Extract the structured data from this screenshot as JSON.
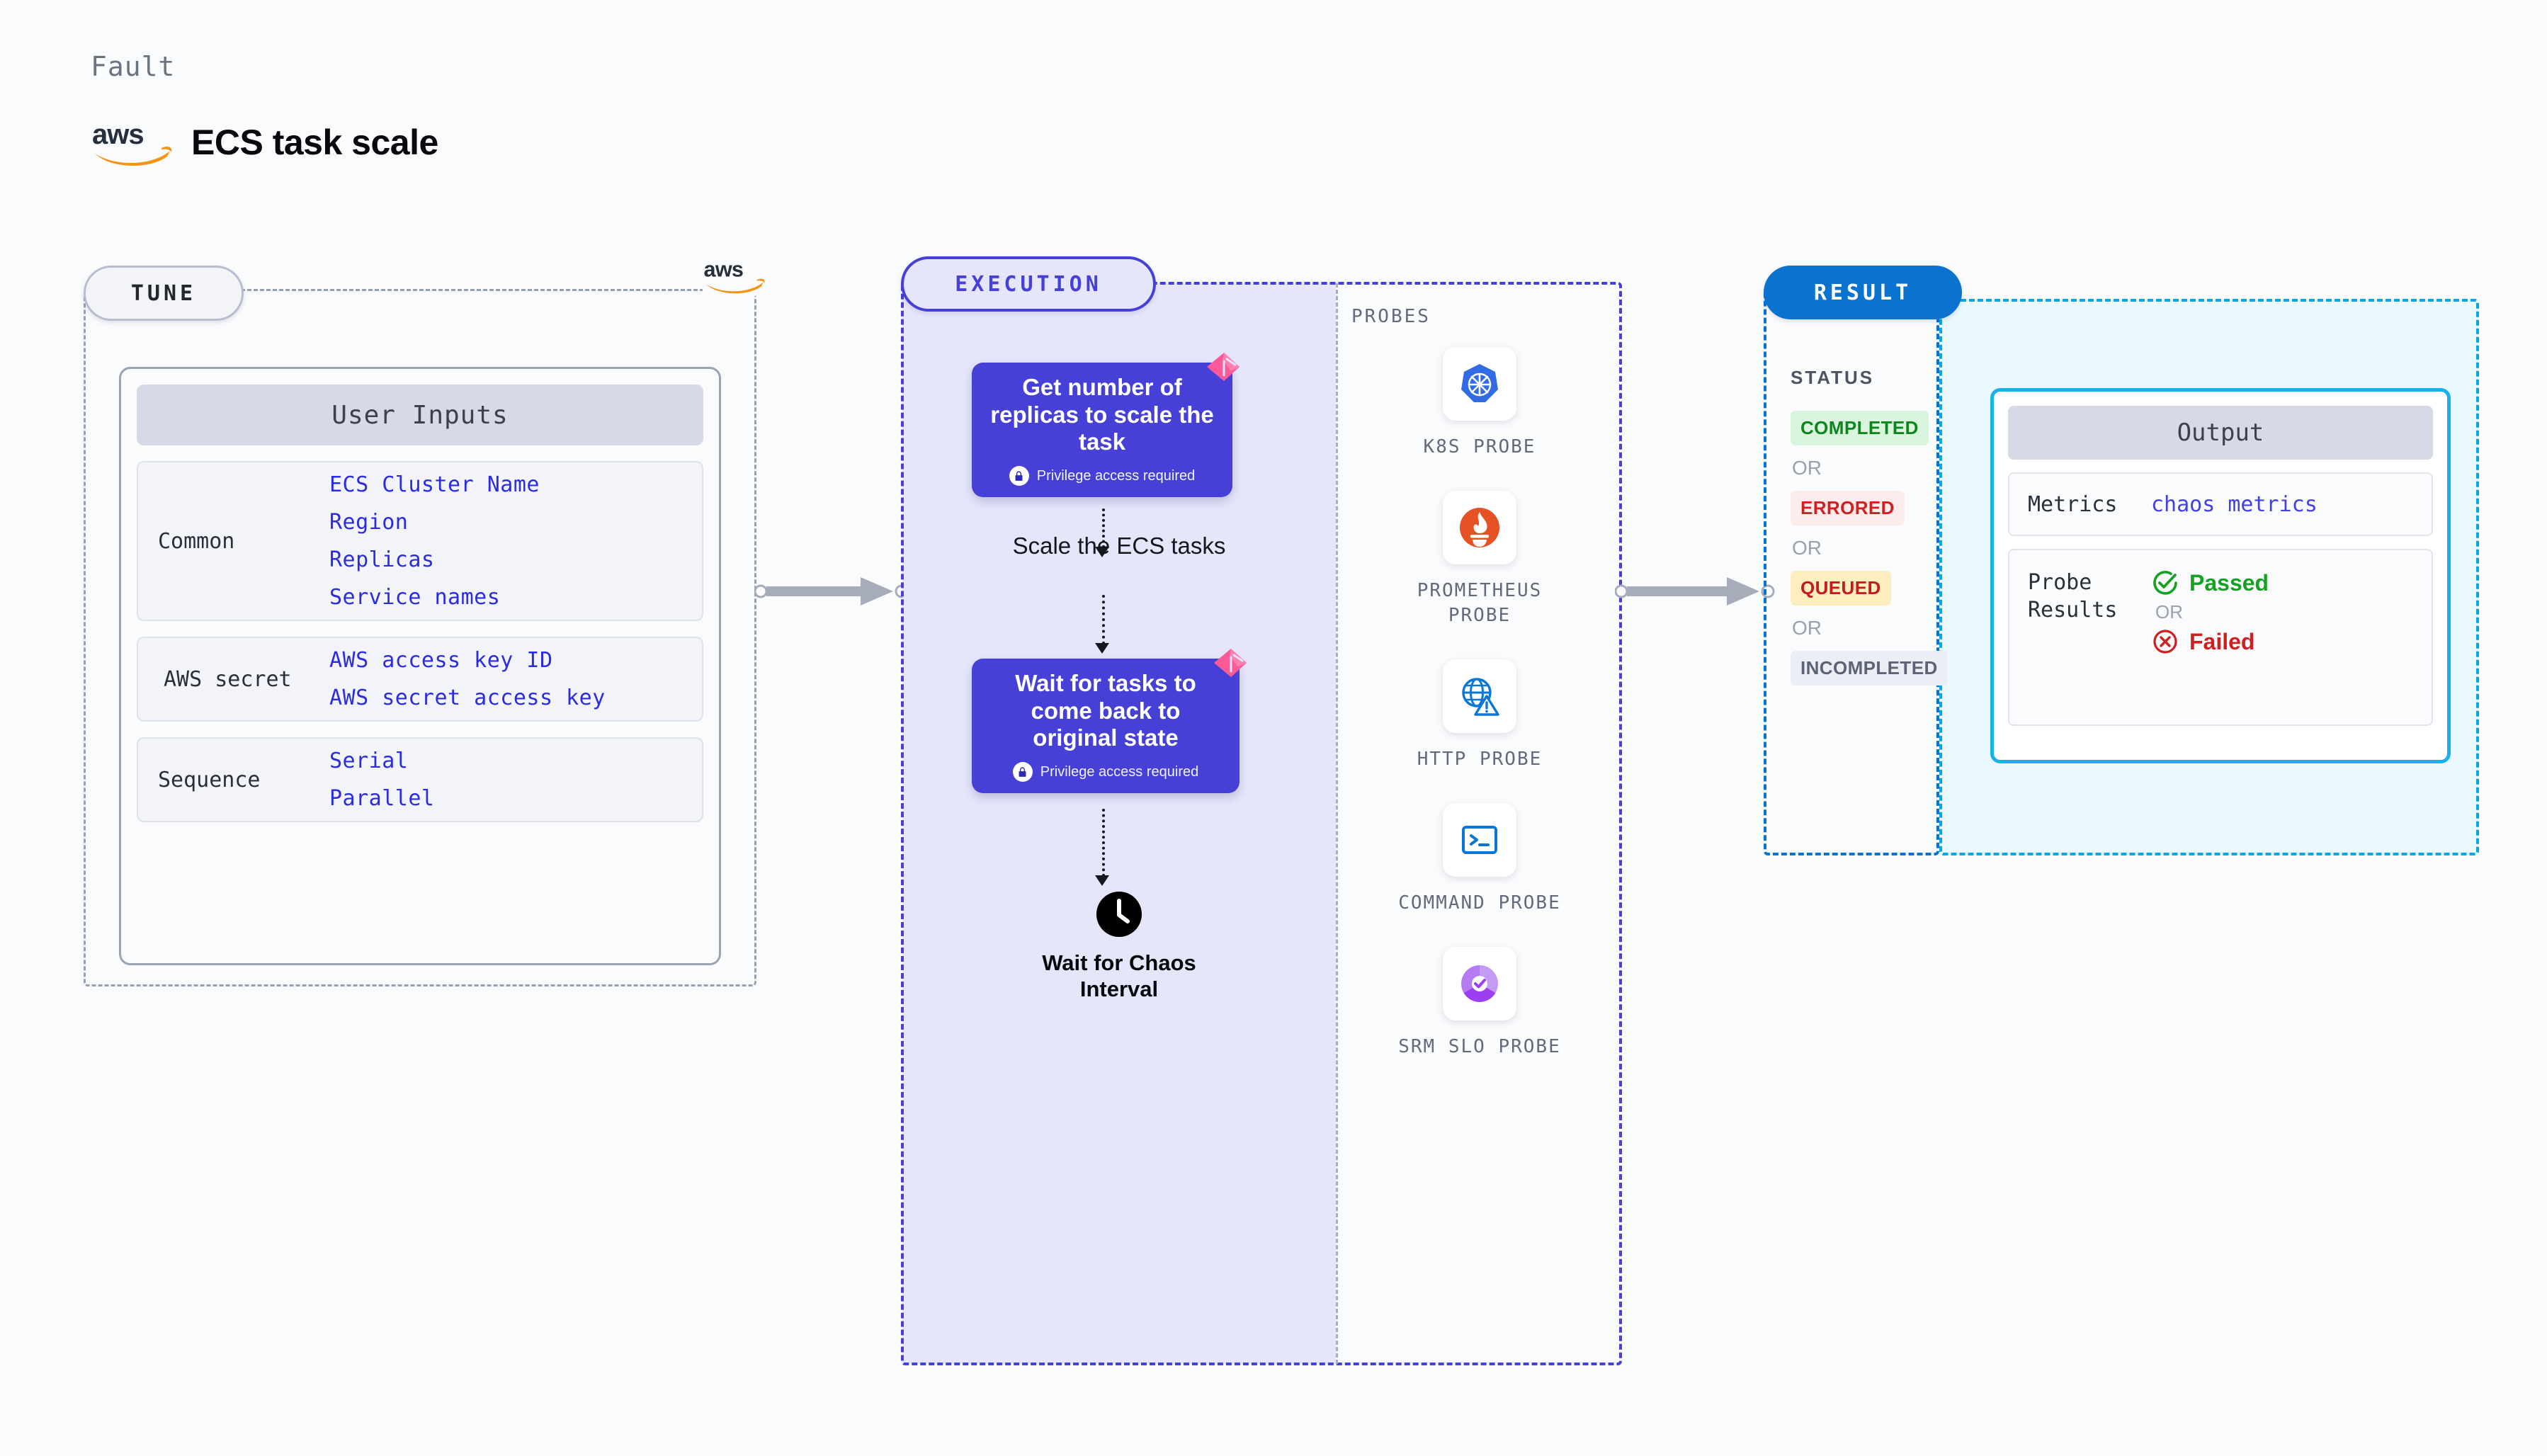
{
  "header": {
    "kicker": "Fault",
    "title": "ECS task scale",
    "logo_icon": "aws-logo"
  },
  "tune": {
    "pill_label": "TUNE",
    "aws_icon": "aws-logo",
    "card_title": "User Inputs",
    "groups": [
      {
        "label": "Common",
        "values": [
          "ECS Cluster Name",
          "Region",
          "Replicas",
          "Service names"
        ]
      },
      {
        "label": "AWS secret",
        "values": [
          "AWS access key ID",
          "AWS secret access key"
        ]
      },
      {
        "label": "Sequence",
        "values": [
          "Serial",
          "Parallel"
        ]
      }
    ]
  },
  "execution": {
    "pill_label": "EXECUTION",
    "steps": [
      {
        "title": "Get number of replicas to scale the task",
        "privilege": "Privilege access required",
        "lock_icon": "lock-icon",
        "ribbon_icon": "ribbon-badge-icon"
      },
      {
        "title": "Wait for tasks to come back to original state",
        "privilege": "Privilege access required",
        "lock_icon": "lock-icon",
        "ribbon_icon": "ribbon-badge-icon"
      }
    ],
    "middle_label": "Scale the ECS tasks",
    "wait": {
      "icon": "clock-icon",
      "label_line1": "Wait for Chaos",
      "label_line2": "Interval"
    }
  },
  "probes": {
    "section_label": "PROBES",
    "items": [
      {
        "name": "K8S PROBE",
        "icon": "kubernetes-icon"
      },
      {
        "name": "PROMETHEUS PROBE",
        "icon": "prometheus-icon"
      },
      {
        "name": "HTTP PROBE",
        "icon": "http-globe-warning-icon"
      },
      {
        "name": "COMMAND PROBE",
        "icon": "terminal-icon"
      },
      {
        "name": "SRM SLO PROBE",
        "icon": "srm-slo-donut-icon"
      }
    ]
  },
  "result": {
    "pill_label": "RESULT",
    "status_label": "STATUS",
    "or_label": "OR",
    "statuses": [
      {
        "label": "COMPLETED",
        "tone": "green"
      },
      {
        "label": "ERRORED",
        "tone": "red"
      },
      {
        "label": "QUEUED",
        "tone": "amber"
      },
      {
        "label": "INCOMPLETED",
        "tone": "gray"
      }
    ],
    "output": {
      "title": "Output",
      "metrics_label": "Metrics",
      "metrics_value": "chaos metrics",
      "probe_results_label": "Probe Results",
      "passed_label": "Passed",
      "failed_label": "Failed",
      "or_label": "OR",
      "passed_icon": "check-circle-icon",
      "failed_icon": "x-circle-icon"
    }
  },
  "colors": {
    "indigo": "#4640d6",
    "lavender": "#e6e6fb",
    "blue_value": "#2b2be0",
    "result_blue": "#0a72cf",
    "cyan": "#18b2ea",
    "green": "#16a122",
    "red": "#d01f1f",
    "amber": "#fdeec0",
    "aws_orange": "#f59414",
    "ribbon_pink": "#fb5a96"
  }
}
